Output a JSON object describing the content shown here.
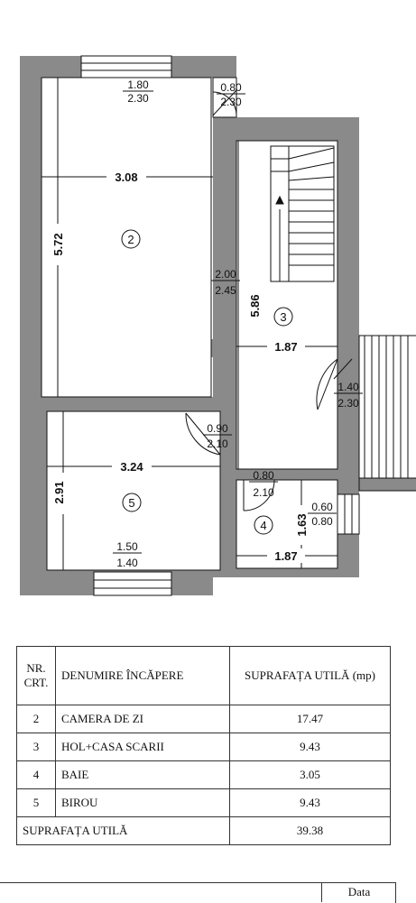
{
  "plan": {
    "rooms": [
      {
        "number": "2",
        "name": "CAMERA DE ZI"
      },
      {
        "number": "3",
        "name": "HOL+CASA SCARII"
      },
      {
        "number": "4",
        "name": "BAIE"
      },
      {
        "number": "5",
        "name": "BIROU"
      }
    ],
    "dimensions": {
      "room2_width": "3.08",
      "room2_length": "5.72",
      "room3_length": "5.86",
      "room3_width": "1.87",
      "room5_width": "3.24",
      "room5_length": "2.91",
      "room4_width": "1.87",
      "room4_length": "1.63"
    },
    "openings": [
      {
        "w": "1.80",
        "h": "2.30"
      },
      {
        "w": "0.80",
        "h": "2.30"
      },
      {
        "w": "2.00",
        "h": "2.45"
      },
      {
        "w": "1.40",
        "h": "2.30"
      },
      {
        "w": "0.90",
        "h": "2.10"
      },
      {
        "w": "0.80",
        "h": "2.10"
      },
      {
        "w": "0.60",
        "h": "0.80"
      },
      {
        "w": "1.50",
        "h": "1.40"
      }
    ]
  },
  "table": {
    "headers": {
      "nr": "NR. CRT.",
      "name": "DENUMIRE ÎNCĂPERE",
      "area": "SUPRAFAȚA UTILĂ (mp)"
    },
    "rows": [
      {
        "nr": "2",
        "name": "CAMERA DE ZI",
        "area": "17.47"
      },
      {
        "nr": "3",
        "name": "HOL+CASA SCARII",
        "area": "9.43"
      },
      {
        "nr": "4",
        "name": "BAIE",
        "area": "3.05"
      },
      {
        "nr": "5",
        "name": "BIROU",
        "area": "9.43"
      }
    ],
    "total": {
      "label": "SUPRAFAȚA UTILĂ",
      "value": "39.38"
    }
  },
  "footer": {
    "date_label": "Data"
  },
  "colors": {
    "wall": "#8a8a8a",
    "line": "#111111"
  }
}
